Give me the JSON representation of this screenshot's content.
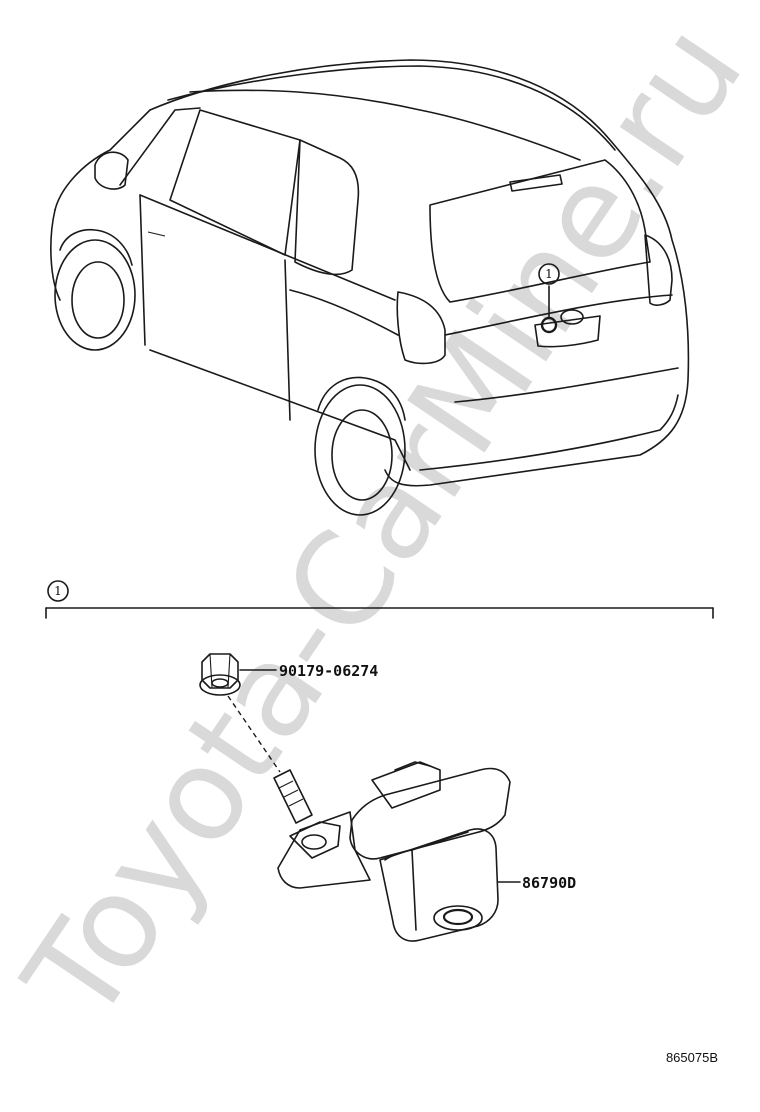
{
  "watermark": "Toyota-CarMine.ru",
  "callout": {
    "number": "1"
  },
  "parts": {
    "bolt": {
      "part_number": "90179-06274"
    },
    "camera": {
      "part_number": "86790D"
    }
  },
  "illustration_id": "865075B"
}
